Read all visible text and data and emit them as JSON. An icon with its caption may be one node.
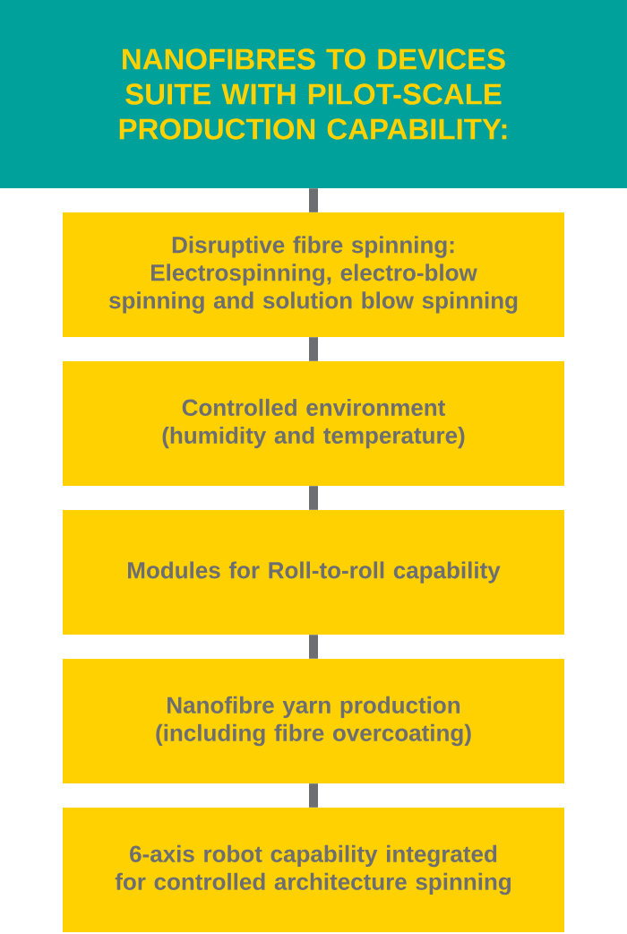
{
  "diagram": {
    "nodes": [
      {
        "text": [
          "NANOFIBRES TO DEVICES SUITE WITH PILOT-SCALE PRODUCTION CAPABILITY:"
        ]
      },
      {
        "text": [
          "Disruptive fibre spinning: Electrospinning, electro-blow spinning and solution blow spinning"
        ]
      },
      {
        "text": [
          "Controlled environment (humidity and temperature)"
        ]
      },
      {
        "text": [
          "Modules for Roll-to-roll capability"
        ]
      },
      {
        "text": [
          "Nanofibre yarn production (including fibre overcoating)"
        ]
      },
      {
        "text": [
          "6-axis robot capability integrated for controlled architecture spinning"
        ]
      }
    ],
    "edges": [
      {
        "from": 0,
        "to": 1,
        "arrow": "none"
      },
      {
        "from": 1,
        "to": 2,
        "arrow": "none"
      },
      {
        "from": 2,
        "to": 3,
        "arrow": "none"
      },
      {
        "from": 3,
        "to": 4,
        "arrow": "none"
      },
      {
        "from": 4,
        "to": 5,
        "arrow": "none"
      }
    ]
  }
}
